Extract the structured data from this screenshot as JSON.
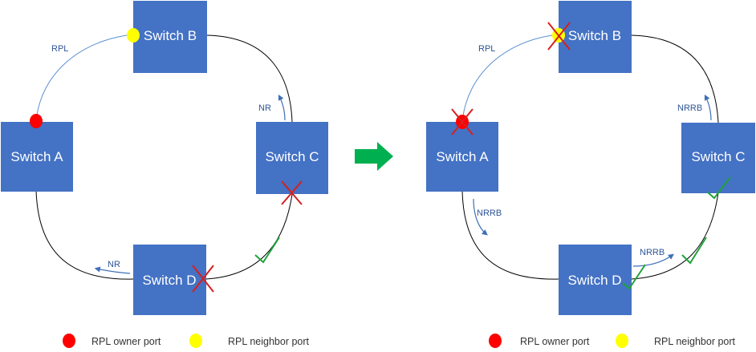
{
  "colors": {
    "switch_fill": "#4472c4",
    "ring_line": "#000000",
    "rpl_line": "#5b8fd0",
    "arrow": "#3f6fb8",
    "owner_port": "#ff0000",
    "neighbor_port": "#ffff00",
    "fault_x": "#d62020",
    "check": "#1fa33a",
    "transition_arrow": "#00b050"
  },
  "left": {
    "switches": {
      "a": "Switch A",
      "b": "Switch B",
      "c": "Switch C",
      "d": "Switch D"
    },
    "rpl_label": "RPL",
    "nr_c": "NR",
    "nr_d": "NR"
  },
  "right": {
    "switches": {
      "a": "Switch A",
      "b": "Switch B",
      "c": "Switch C",
      "d": "Switch D"
    },
    "rpl_label": "RPL",
    "nrrb_c": "NRRB",
    "nrrb_a": "NRRB",
    "nrrb_d": "NRRB"
  },
  "legend": {
    "owner": "RPL owner port",
    "neighbor": "RPL neighbor port"
  }
}
